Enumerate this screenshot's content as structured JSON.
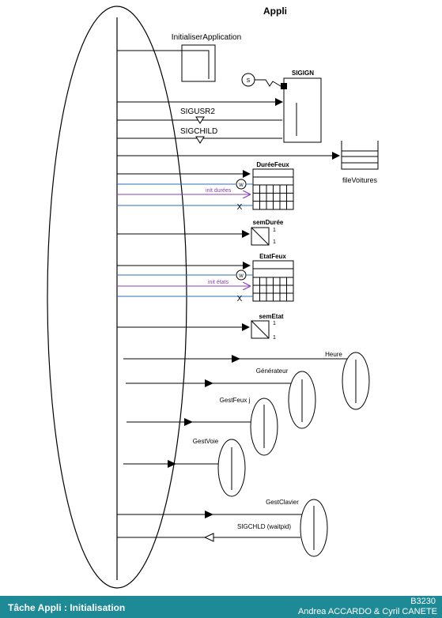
{
  "title": "Appli",
  "labels": {
    "init_app": "InitialiserApplication",
    "sigign": "SIGIGN",
    "sig_s": "S",
    "sigusr2": "SIGUSR2",
    "sigchild": "SIGCHILD",
    "file_voitures": "fileVoitures",
    "duree_feux": "DuréeFeux",
    "w": "W",
    "init_durees": "init durées",
    "x": "X",
    "sem_duree": "semDurée",
    "one": "1",
    "etat_feux": "EtatFeux",
    "init_etats": "init états",
    "sem_etat": "semEtat",
    "heure": "Heure",
    "generateur": "Générateur",
    "gest_feux": "GestFeux",
    "gest_feux_j": "j",
    "gest_voie": "GestVoie",
    "gest_clavier": "GestClavier",
    "sigchld_waitpid": "SIGCHLD (waitpid)"
  },
  "footer": {
    "title": "Tâche Appli : Initialisation",
    "code": "B3230",
    "authors": "Andrea ACCARDO & Cyril CANETE"
  },
  "colors": {
    "footer_bg": "#1e8a96",
    "blue_line": "#2f6fb5",
    "purple_line": "#8a3fb8"
  }
}
